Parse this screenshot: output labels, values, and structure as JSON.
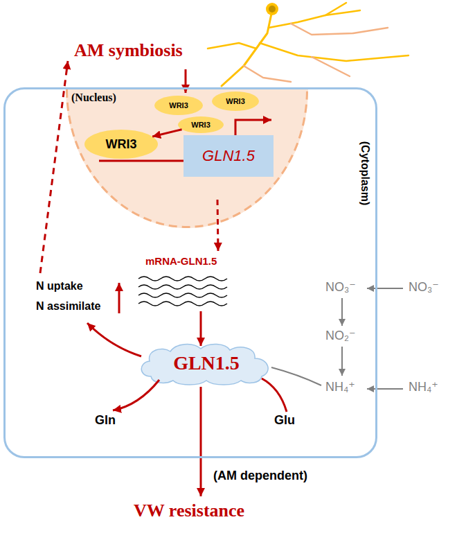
{
  "diagram": {
    "nodes": [
      {
        "text": [
          "(Cytoplasm)"
        ]
      },
      {
        "text": [
          "(Nucleus)"
        ],
        "in": 0
      },
      {
        "text": [
          "WRI3"
        ],
        "in": 1
      },
      {
        "text": [
          "WRI3"
        ],
        "in": 1
      },
      {
        "text": [
          "WRI3"
        ],
        "in": 1
      },
      {
        "text": [
          "WRI3"
        ],
        "in": 1
      },
      {
        "text": [
          "GLN1.5"
        ],
        "in": 1
      },
      {
        "text": [
          "GLN1.5"
        ],
        "in": 0
      }
    ],
    "edges": [
      {
        "from": 4,
        "to": 5,
        "arrow": "to"
      }
    ],
    "labels": [
      "AM symbiosis",
      "mRNA-GLN1.5",
      "N uptake",
      "N assimilate",
      "NO₃⁻",
      "NO₃⁻",
      "NO₂⁻",
      "NH₄⁺",
      "NH₄⁺",
      "Gln",
      "Glu",
      "(AM dependent)",
      "VW resistance"
    ]
  }
}
